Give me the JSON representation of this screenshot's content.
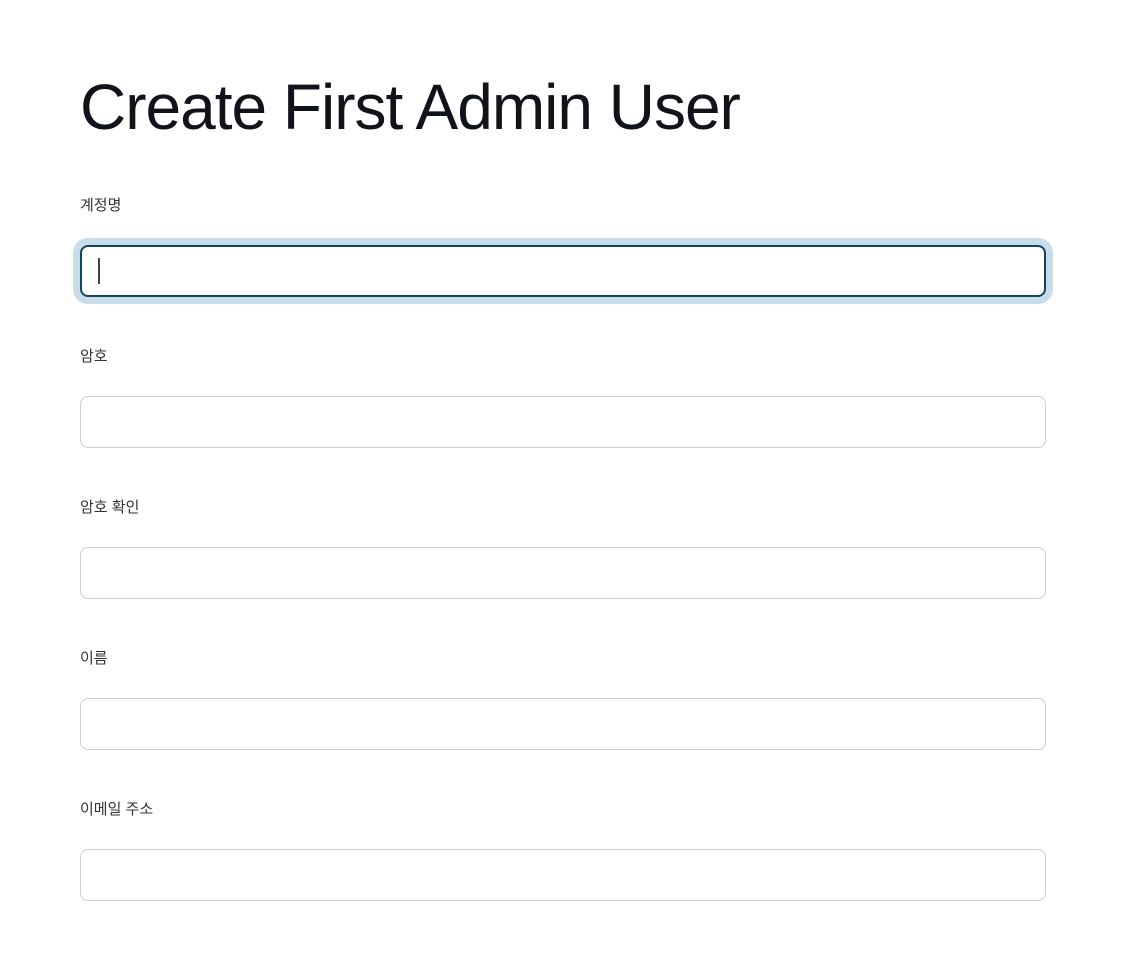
{
  "page": {
    "title": "Create First Admin User",
    "background": "#ffffff"
  },
  "form": {
    "fields": [
      {
        "label": "계정명",
        "value": "",
        "type": "text",
        "focused": true
      },
      {
        "label": "암호",
        "value": "",
        "type": "password",
        "focused": false
      },
      {
        "label": "암호 확인",
        "value": "",
        "type": "password",
        "focused": false
      },
      {
        "label": "이름",
        "value": "",
        "type": "text",
        "focused": false
      },
      {
        "label": "이메일 주소",
        "value": "",
        "type": "text",
        "focused": false
      }
    ]
  },
  "colors": {
    "title_text": "#101319",
    "label_text": "#333333",
    "input_border": "#c9ced3",
    "focus_border": "#12455f",
    "focus_ring": "#c8dce9",
    "caret": "#3f4347",
    "background": "#ffffff"
  }
}
